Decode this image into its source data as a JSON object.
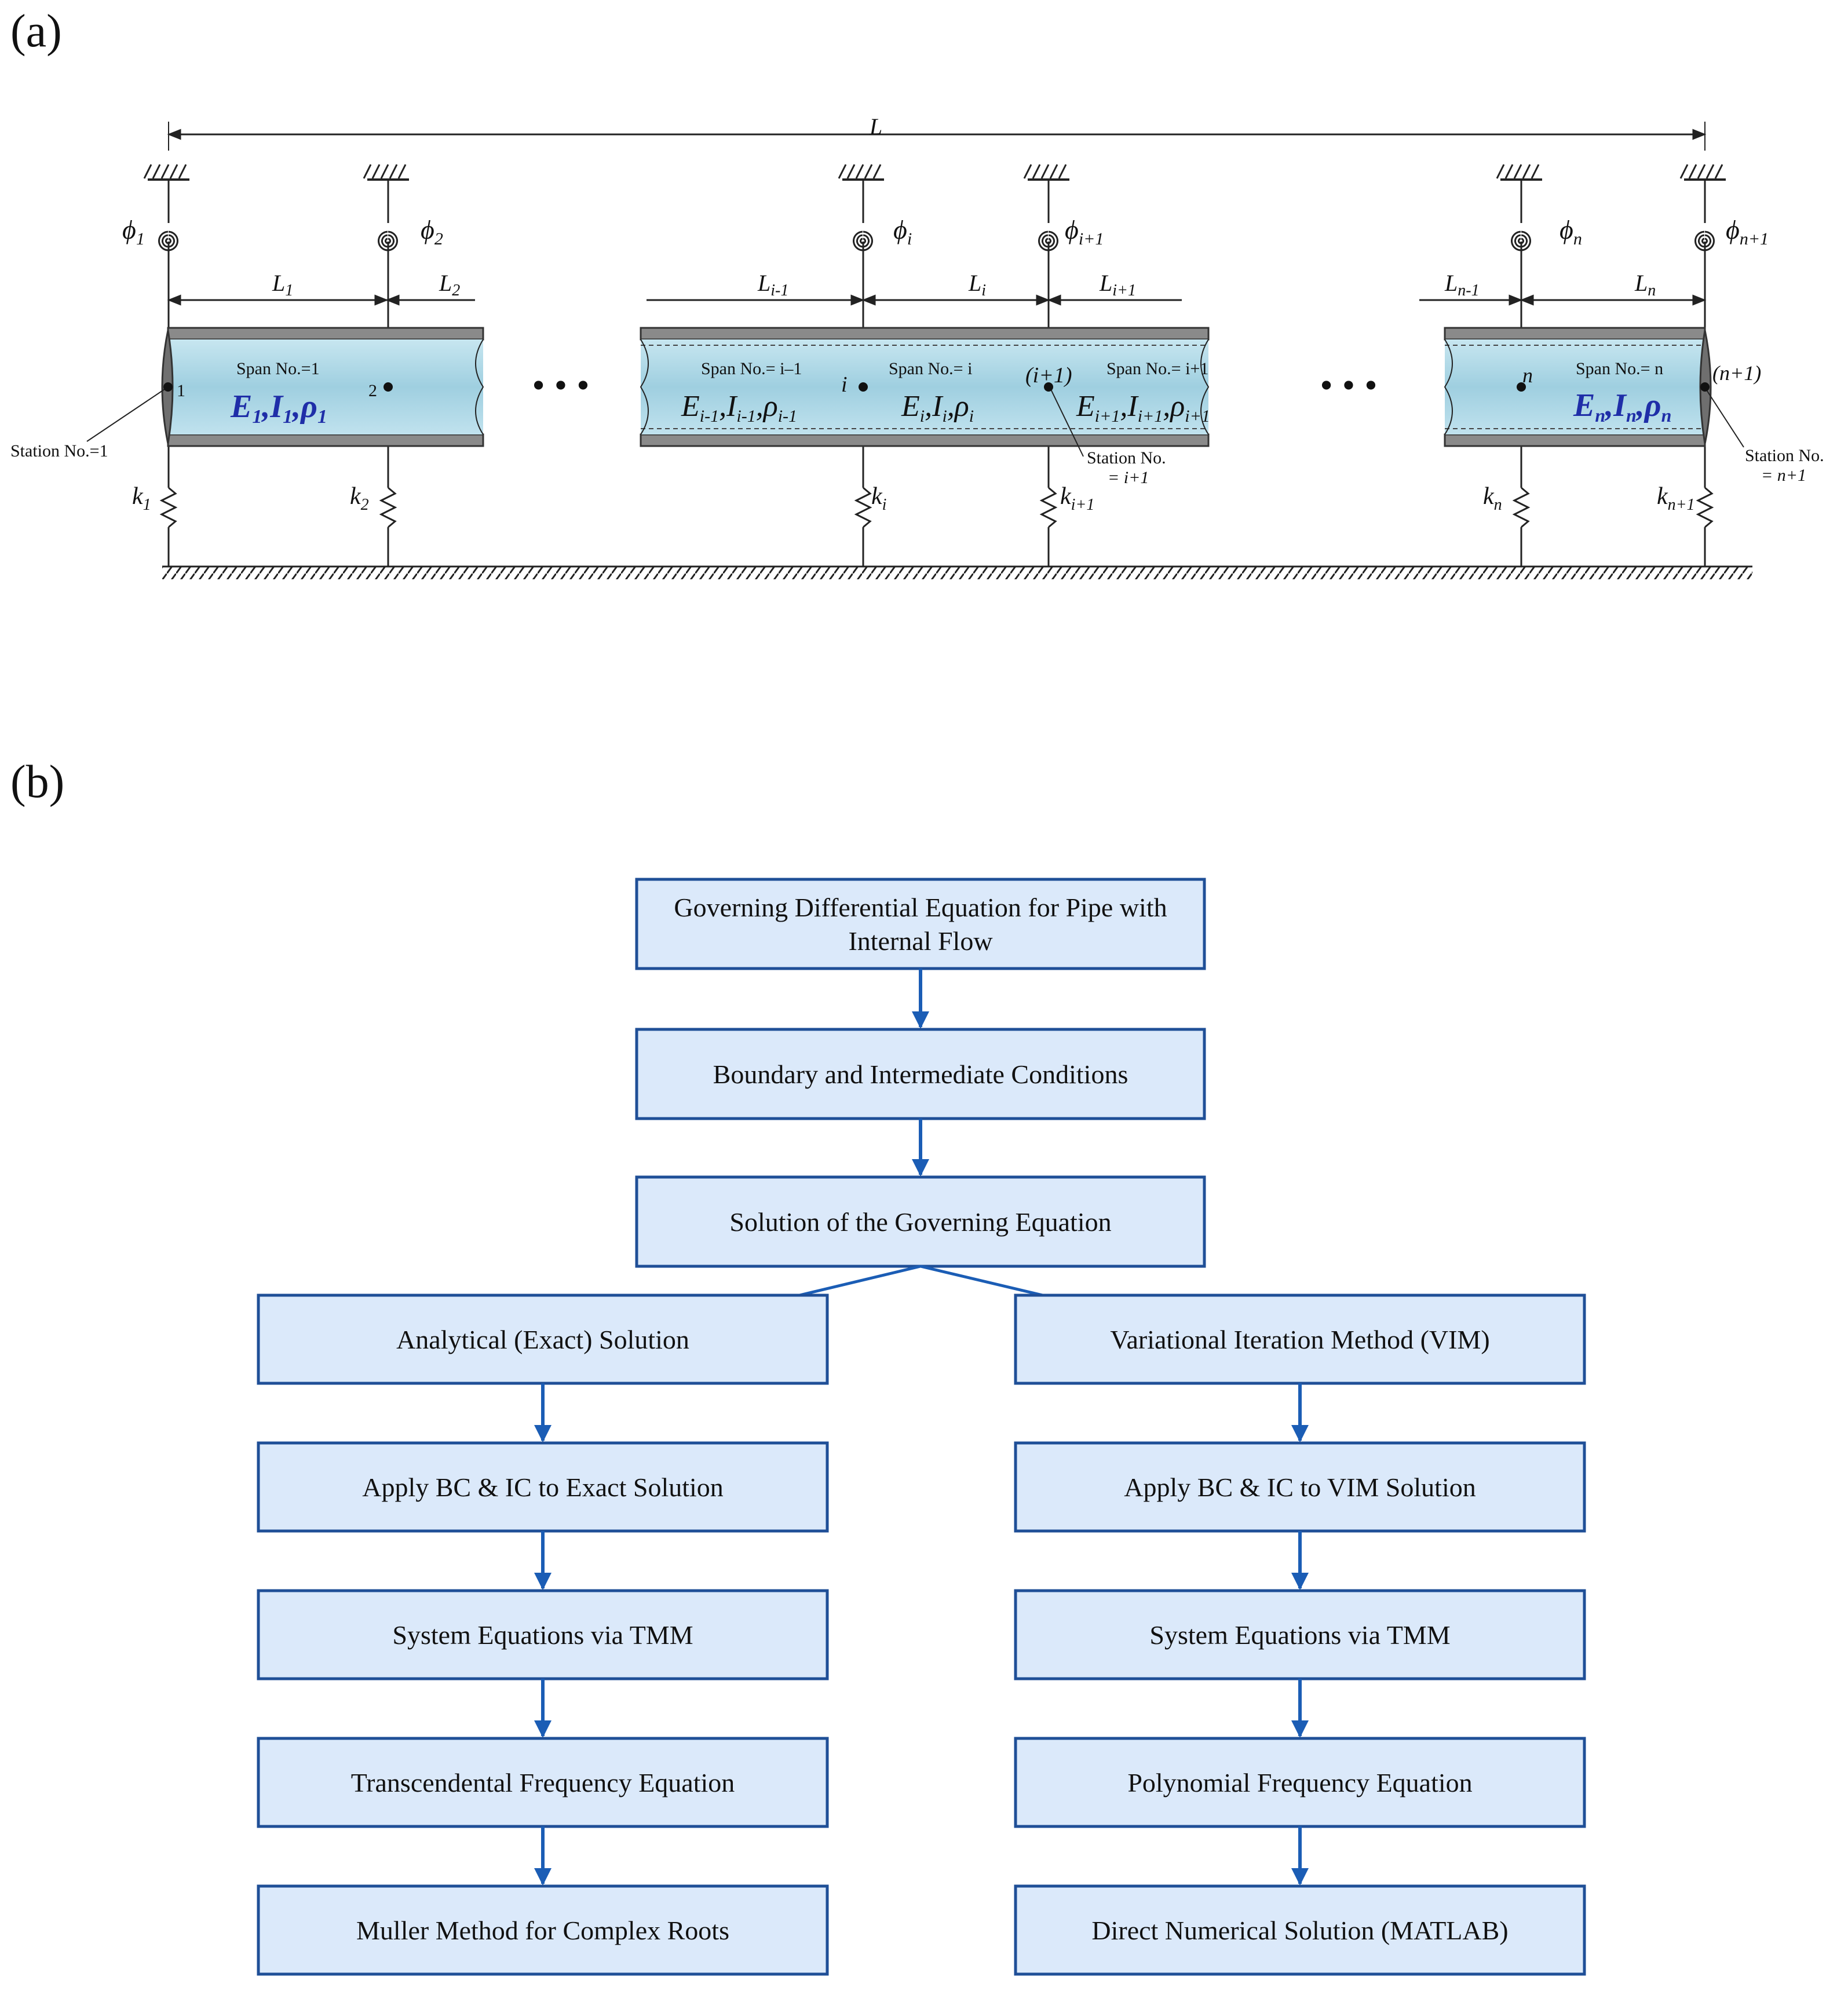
{
  "panel_a": {
    "label": "(a)",
    "total_length": "L",
    "supports": [
      {
        "phi": "ϕ",
        "phi_sub": "1",
        "k": "k",
        "k_sub": "1"
      },
      {
        "phi": "ϕ",
        "phi_sub": "2",
        "k": "k",
        "k_sub": "2"
      },
      {
        "phi": "ϕ",
        "phi_sub": "i",
        "k": "k",
        "k_sub": "i"
      },
      {
        "phi": "ϕ",
        "phi_sub": "i+1",
        "k": "k",
        "k_sub": "i+1"
      },
      {
        "phi": "ϕ",
        "phi_sub": "n",
        "k": "k",
        "k_sub": "n"
      },
      {
        "phi": "ϕ",
        "phi_sub": "n+1",
        "k": "k",
        "k_sub": "n+1"
      }
    ],
    "spans_dims": [
      {
        "L": "L",
        "sub": "1"
      },
      {
        "L": "L",
        "sub": "2"
      },
      {
        "L": "L",
        "sub": "i-1"
      },
      {
        "L": "L",
        "sub": "i"
      },
      {
        "L": "L",
        "sub": "i+1"
      },
      {
        "L": "L",
        "sub": "n-1"
      },
      {
        "L": "L",
        "sub": "n"
      }
    ],
    "segment1": {
      "span_label": "Span No.=1",
      "props": {
        "E": "E",
        "E_sub": "1",
        "I": "I",
        "I_sub": "1",
        "rho": "ρ",
        "rho_sub": "1"
      },
      "stations": [
        "1",
        "2"
      ],
      "station_callout": "Station No.=1"
    },
    "segment2": {
      "span_labels": [
        "Span No.= i–1",
        "Span No.= i",
        "Span No.= i+1"
      ],
      "props_left": {
        "E": "E",
        "E_sub": "i-1",
        "I": "I",
        "I_sub": "i-1",
        "rho": "ρ",
        "rho_sub": "i-1"
      },
      "props_mid": {
        "E": "E",
        "E_sub": "i",
        "I": "I",
        "I_sub": "i",
        "rho": "ρ",
        "rho_sub": "i"
      },
      "props_right": {
        "E": "E",
        "E_sub": "i+1",
        "I": "I",
        "I_sub": "i+1",
        "rho": "ρ",
        "rho_sub": "i+1"
      },
      "stations": [
        "i",
        "(i+1)"
      ],
      "station_callout_1": "Station No.",
      "station_callout_2": "= i+1"
    },
    "segment3": {
      "span_label": "Span No.= n",
      "props": {
        "E": "E",
        "E_sub": "n",
        "I": "I",
        "I_sub": "n",
        "rho": "ρ",
        "rho_sub": "n"
      },
      "stations": [
        "n",
        "(n+1)"
      ],
      "station_callout_1": "Station No.",
      "station_callout_2": "= n+1"
    },
    "ellipsis": "• • •"
  },
  "panel_b": {
    "label": "(b)",
    "top_boxes": [
      {
        "lines": [
          "Governing Differential Equation for Pipe with",
          "Internal Flow"
        ]
      },
      {
        "lines": [
          "Boundary and Intermediate Conditions"
        ]
      },
      {
        "lines": [
          "Solution of the Governing Equation"
        ]
      }
    ],
    "left_branch": [
      "Analytical (Exact) Solution",
      "Apply BC & IC to Exact Solution",
      "System Equations via TMM",
      "Transcendental Frequency Equation",
      "Muller Method for Complex Roots"
    ],
    "right_branch": [
      "Variational Iteration Method (VIM)",
      "Apply BC & IC to VIM Solution",
      "System Equations via TMM",
      "Polynomial Frequency Equation",
      "Direct Numerical Solution (MATLAB)"
    ],
    "colors": {
      "box_fill": "#dbe9fa",
      "box_border": "#1f4f97",
      "arrow": "#1b5db5"
    }
  }
}
